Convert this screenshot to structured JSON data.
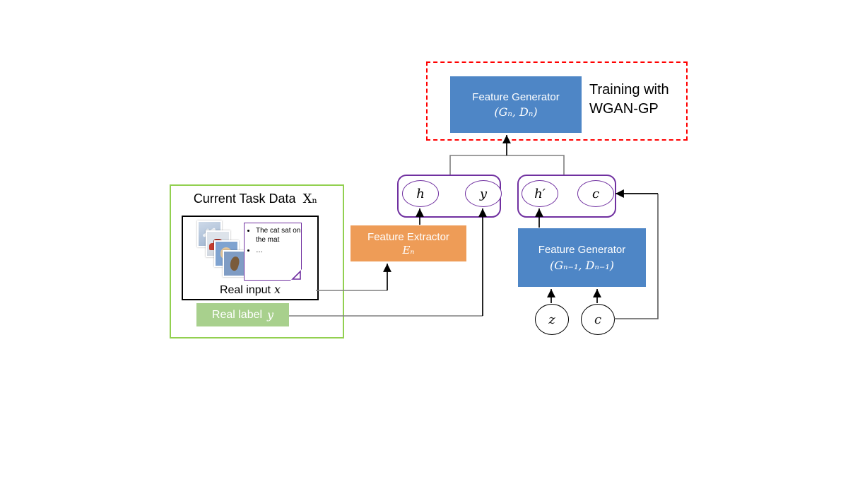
{
  "colors": {
    "generator_blue": "#4e86c6",
    "extractor_orange": "#ee9c57",
    "label_green_fill": "#a8d08d",
    "task_green_border": "#92d050",
    "latent_purple": "#7030a0",
    "training_red": "#ff0000"
  },
  "wgan_block": {
    "generator_line1": "Feature Generator",
    "generator_line2": "(Gₙ, Dₙ)",
    "annotation_line1": "Training with",
    "annotation_line2": "WGAN-GP"
  },
  "current_task": {
    "title_prefix": "Current Task Data",
    "title_var": "Xₙ",
    "note": {
      "bullet1": "The cat sat on the mat",
      "bullet2": "…"
    },
    "photos": [
      "airplane-photo",
      "red-car-photo",
      "puppy-photo",
      "bird-photo"
    ],
    "real_input_prefix": "Real input",
    "real_input_var": "x",
    "real_label_prefix": "Real label",
    "real_label_var": "y"
  },
  "feature_extractor": {
    "line1": "Feature Extractor",
    "line2": "Eₙ"
  },
  "feature_generator_prev": {
    "line1": "Feature Generator",
    "line2": "(Gₙ₋₁, Dₙ₋₁)"
  },
  "variables": {
    "h": "h",
    "y": "y",
    "h_prime": "h′",
    "c": "c",
    "z": "z",
    "c_input": "c"
  }
}
